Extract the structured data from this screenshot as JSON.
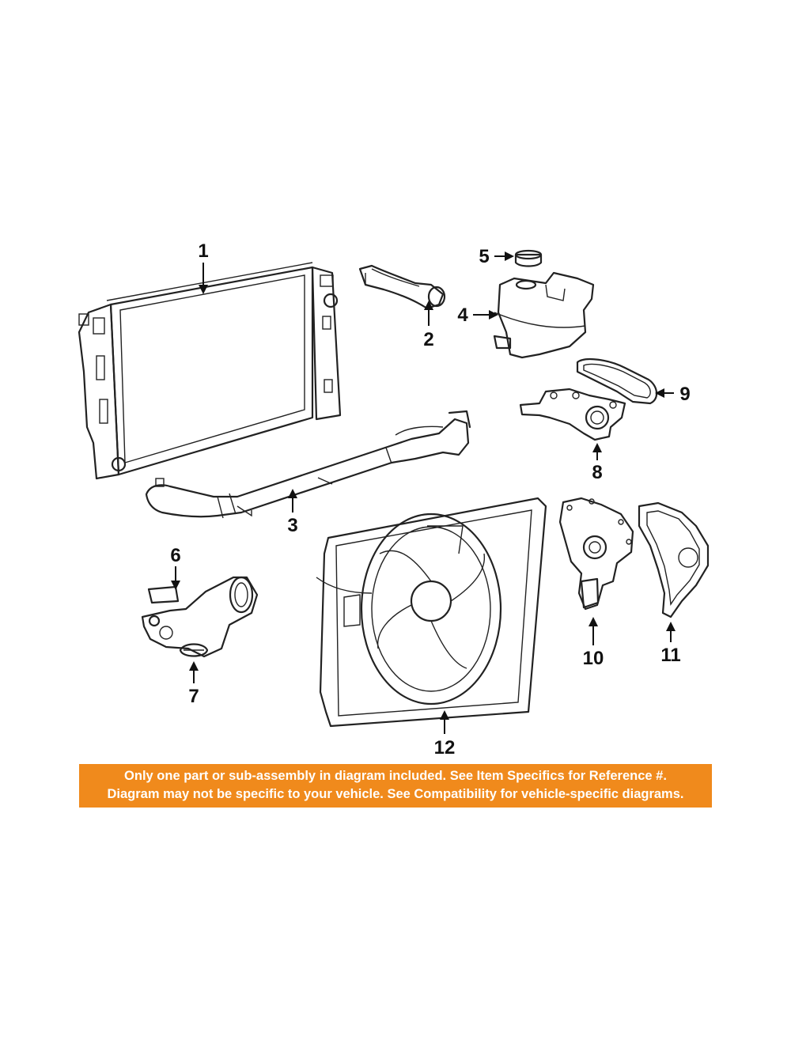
{
  "callouts": [
    "1",
    "2",
    "3",
    "4",
    "5",
    "6",
    "7",
    "8",
    "9",
    "10",
    "11",
    "12"
  ],
  "banner": {
    "line1": "Only one part or sub-assembly in diagram included. See Item Specifics for Reference #.",
    "line2": "Diagram may not be specific to your vehicle. See Compatibility for vehicle-specific diagrams.",
    "background_color": "#f08a1c",
    "text_color": "#ffffff"
  },
  "parts": [
    {
      "icon": "radiator-icon"
    },
    {
      "icon": "upper-hose-icon"
    },
    {
      "icon": "lower-hose-icon"
    },
    {
      "icon": "coolant-reservoir-icon"
    },
    {
      "icon": "reservoir-cap-icon"
    },
    {
      "icon": "thermostat-housing-icon"
    },
    {
      "icon": "thermostat-icon"
    },
    {
      "icon": "water-outlet-icon"
    },
    {
      "icon": "outlet-gasket-icon"
    },
    {
      "icon": "water-pump-icon"
    },
    {
      "icon": "pump-gasket-icon"
    },
    {
      "icon": "fan-assembly-icon"
    }
  ]
}
